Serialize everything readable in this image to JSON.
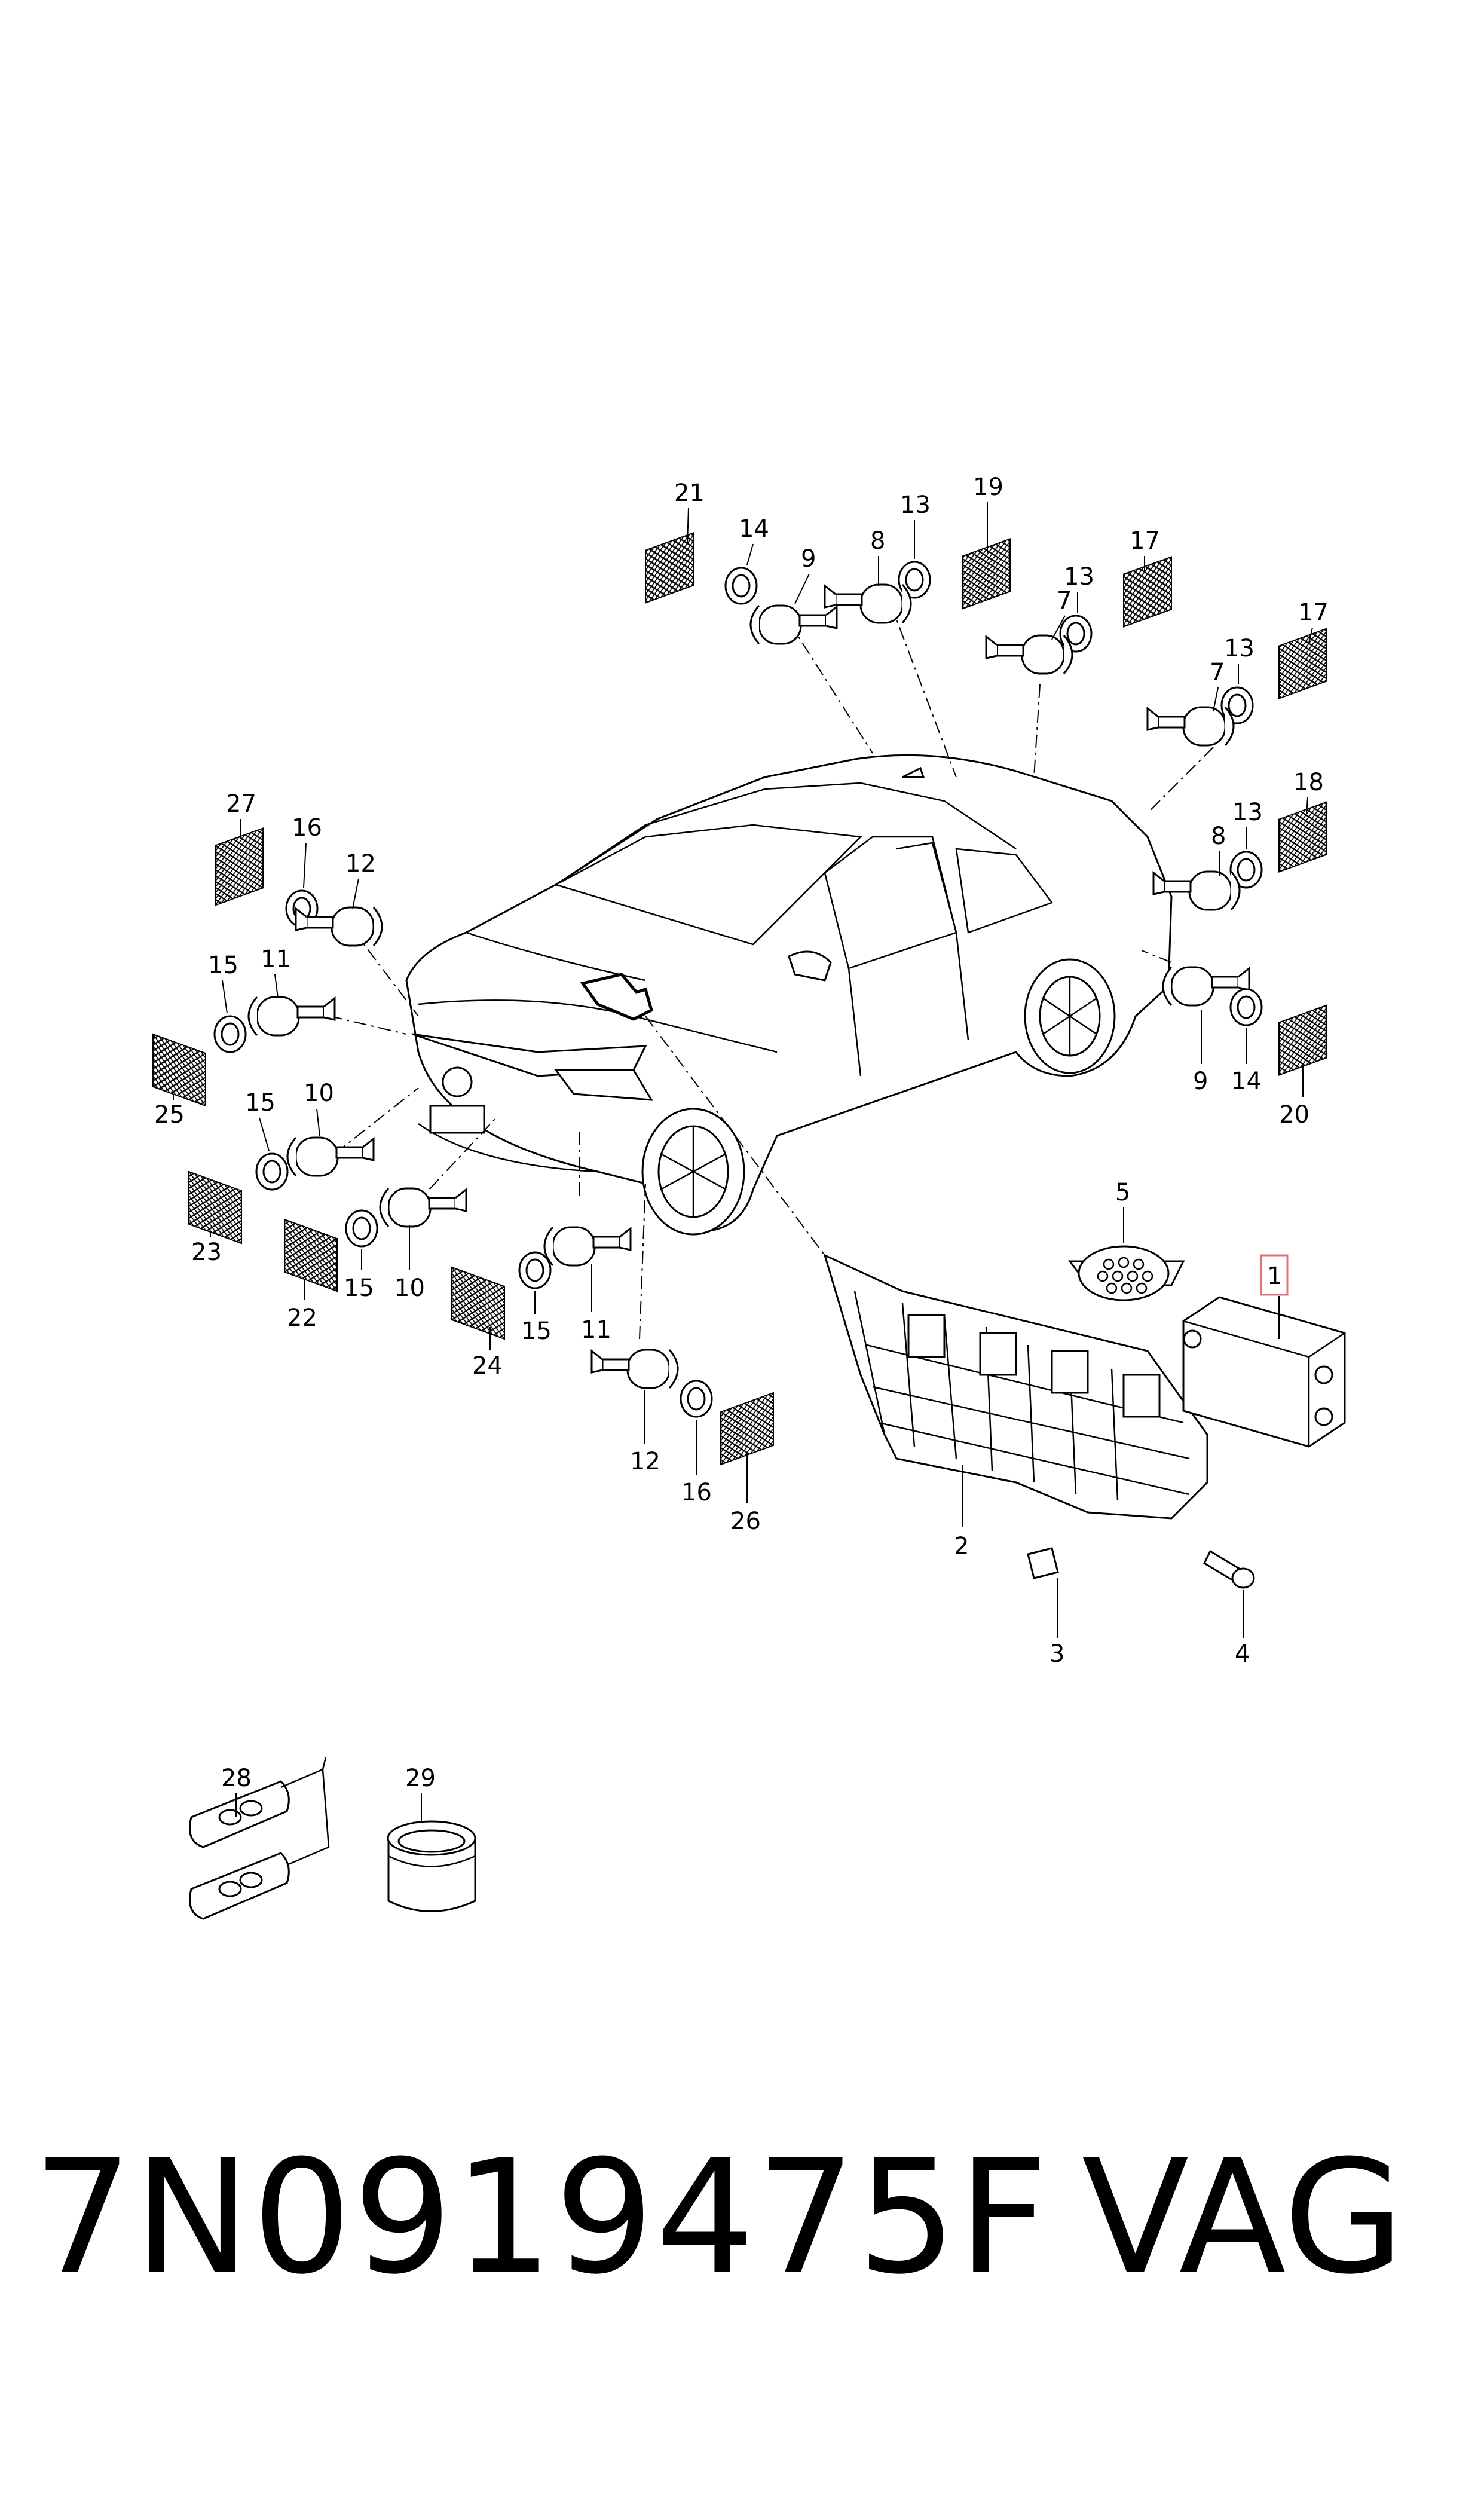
{
  "callouts": [
    {
      "id": "c1",
      "label": "1",
      "highlight": true
    },
    {
      "id": "c2",
      "label": "2"
    },
    {
      "id": "c3",
      "label": "3"
    },
    {
      "id": "c4",
      "label": "4"
    },
    {
      "id": "c5",
      "label": "5"
    },
    {
      "id": "c7a",
      "label": "7"
    },
    {
      "id": "c7b",
      "label": "7"
    },
    {
      "id": "c8a",
      "label": "8"
    },
    {
      "id": "c8b",
      "label": "8"
    },
    {
      "id": "c9a",
      "label": "9"
    },
    {
      "id": "c9b",
      "label": "9"
    },
    {
      "id": "c10a",
      "label": "10"
    },
    {
      "id": "c10b",
      "label": "10"
    },
    {
      "id": "c11a",
      "label": "11"
    },
    {
      "id": "c11b",
      "label": "11"
    },
    {
      "id": "c12a",
      "label": "12"
    },
    {
      "id": "c12b",
      "label": "12"
    },
    {
      "id": "c13a",
      "label": "13"
    },
    {
      "id": "c13b",
      "label": "13"
    },
    {
      "id": "c13c",
      "label": "13"
    },
    {
      "id": "c13d",
      "label": "13"
    },
    {
      "id": "c14a",
      "label": "14"
    },
    {
      "id": "c14b",
      "label": "14"
    },
    {
      "id": "c15a",
      "label": "15"
    },
    {
      "id": "c15b",
      "label": "15"
    },
    {
      "id": "c15c",
      "label": "15"
    },
    {
      "id": "c15d",
      "label": "15"
    },
    {
      "id": "c16a",
      "label": "16"
    },
    {
      "id": "c16b",
      "label": "16"
    },
    {
      "id": "c17a",
      "label": "17"
    },
    {
      "id": "c17b",
      "label": "17"
    },
    {
      "id": "c18",
      "label": "18"
    },
    {
      "id": "c19",
      "label": "19"
    },
    {
      "id": "c20",
      "label": "20"
    },
    {
      "id": "c21",
      "label": "21"
    },
    {
      "id": "c22",
      "label": "22"
    },
    {
      "id": "c23",
      "label": "23"
    },
    {
      "id": "c24",
      "label": "24"
    },
    {
      "id": "c25",
      "label": "25"
    },
    {
      "id": "c26",
      "label": "26"
    },
    {
      "id": "c27",
      "label": "27"
    },
    {
      "id": "c28",
      "label": "28"
    },
    {
      "id": "c29",
      "label": "29"
    }
  ],
  "footer": {
    "part_number": "7N0919475F",
    "brand": "VAG"
  },
  "colors": {
    "highlight": "#e0707a",
    "ink": "#000000",
    "background": "#ffffff"
  }
}
